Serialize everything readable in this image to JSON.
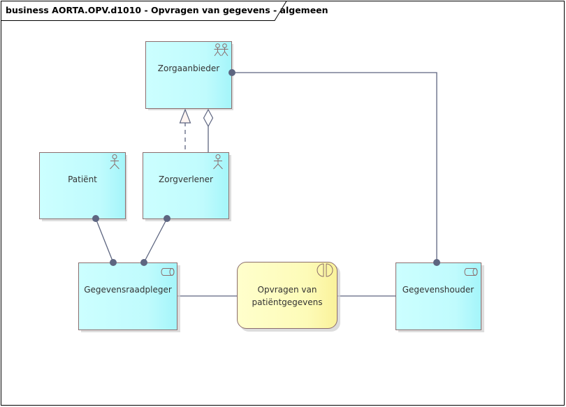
{
  "frame": {
    "title": "business AORTA.OPV.d1010 - Opvragen van gegevens - algemeen"
  },
  "colors": {
    "actor_fill_start": "#c6ffff",
    "actor_fill_end": "#a7f6fb",
    "service_fill_start": "#ffffc6",
    "service_fill_end": "#fbf39e",
    "element_border": "#8b6d6d",
    "connector": "#5d6580"
  },
  "elements": {
    "zorgaanbieder": {
      "label": "Zorgaanbieder",
      "type": "business-collaboration",
      "icon": "collaboration-icon"
    },
    "patient": {
      "label": "Patiënt",
      "type": "business-actor",
      "icon": "actor-icon"
    },
    "zorgverlener": {
      "label": "Zorgverlener",
      "type": "business-actor",
      "icon": "actor-icon"
    },
    "gegevensraadpleger": {
      "label": "Gegevensraadpleger",
      "type": "business-role",
      "icon": "role-icon"
    },
    "opvragen": {
      "label_line1": "Opvragen van",
      "label_line2": "patiëntgegevens",
      "type": "business-interaction",
      "icon": "interaction-icon"
    },
    "gegevenshouder": {
      "label": "Gegevenshouder",
      "type": "business-role",
      "icon": "role-icon"
    }
  },
  "relations": [
    {
      "from": "Zorgverlener",
      "to": "Zorgaanbieder",
      "type": "specialization"
    },
    {
      "from": "Zorgaanbieder",
      "to": "Zorgverlener",
      "type": "aggregation"
    },
    {
      "from": "Patiënt",
      "to": "Gegevensraadpleger",
      "type": "assignment"
    },
    {
      "from": "Zorgverlener",
      "to": "Gegevensraadpleger",
      "type": "assignment"
    },
    {
      "from": "Zorgaanbieder",
      "to": "Gegevenshouder",
      "type": "assignment"
    },
    {
      "from": "Gegevensraadpleger",
      "to": "Opvragen van patiëntgegevens",
      "type": "association"
    },
    {
      "from": "Opvragen van patiëntgegevens",
      "to": "Gegevenshouder",
      "type": "association"
    }
  ]
}
